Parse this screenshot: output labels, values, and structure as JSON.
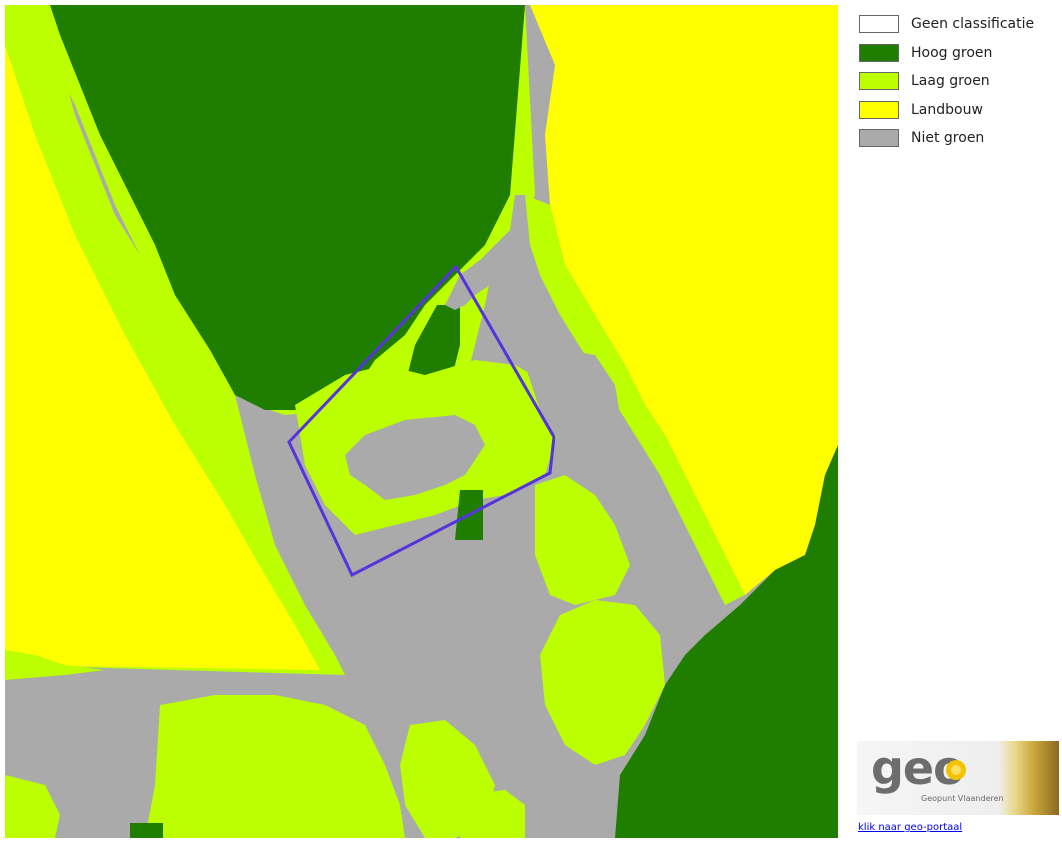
{
  "legend": {
    "items": [
      {
        "label": "Geen classificatie",
        "color": "#ffffff"
      },
      {
        "label": "Hoog groen",
        "color": "#1f7d00"
      },
      {
        "label": "Laag groen",
        "color": "#bbff00"
      },
      {
        "label": "Landbouw",
        "color": "#ffff00"
      },
      {
        "label": "Niet groen",
        "color": "#aaaaaa"
      }
    ]
  },
  "logo": {
    "word": "geo",
    "subtitle": "Geopunt Vlaanderen"
  },
  "portal_link": {
    "label": "klik naar geo-portaal"
  },
  "colors": {
    "hoog_groen": "#1f7d00",
    "laag_groen": "#bbff00",
    "landbouw": "#ffff00",
    "niet_groen": "#aaaaaa",
    "parcel_outline": "#5533dd"
  }
}
